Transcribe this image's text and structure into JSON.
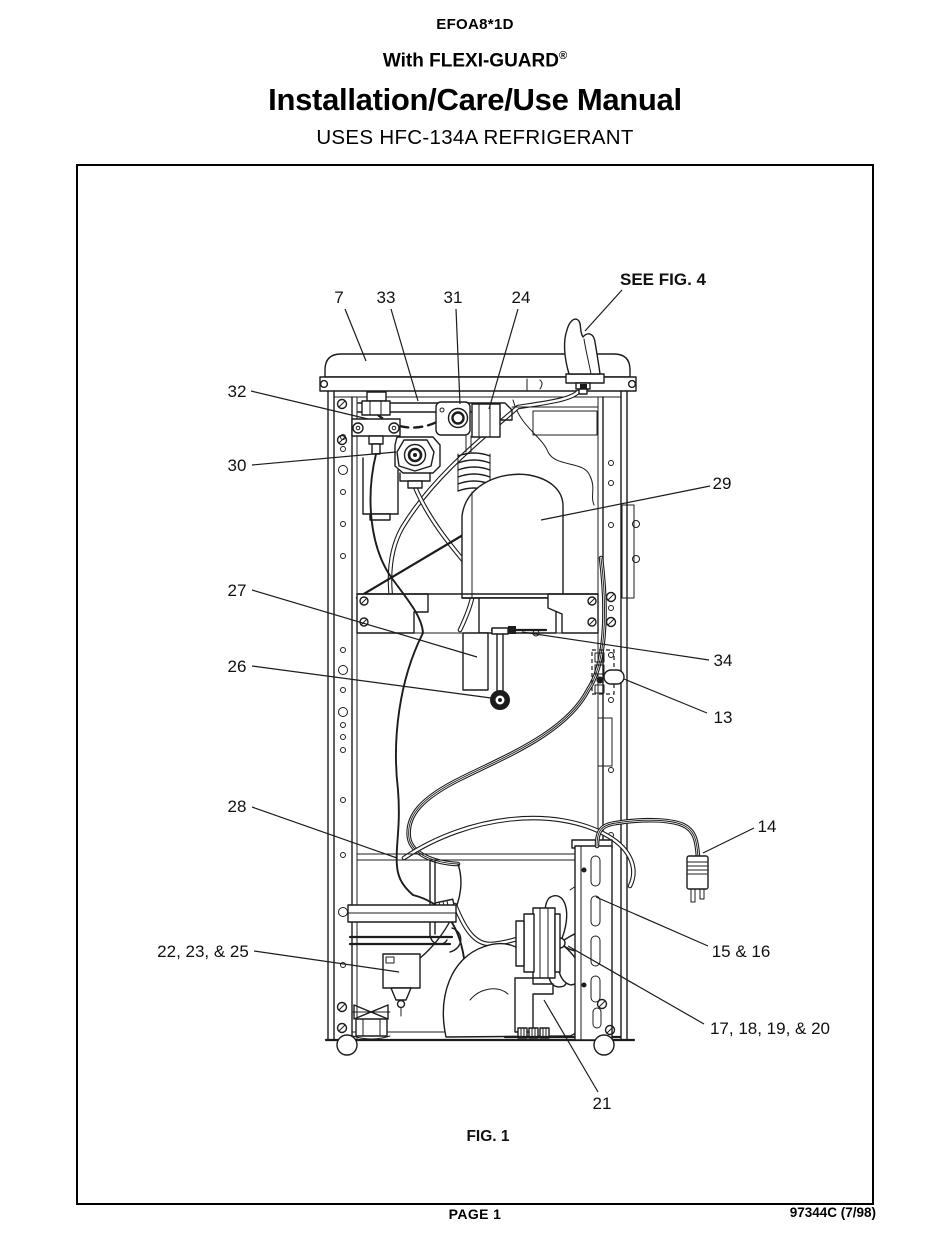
{
  "header": {
    "model": "EFOA8*1D",
    "with_line": {
      "text": "With FLEXI-GUARD",
      "registered_mark": "®"
    },
    "title": "Installation/Care/Use Manual",
    "refrigerant_line": "USES HFC-134A REFRIGERANT"
  },
  "figure": {
    "caption": "FIG. 1",
    "callouts": [
      {
        "id": "7",
        "label": "7"
      },
      {
        "id": "33",
        "label": "33"
      },
      {
        "id": "31",
        "label": "31"
      },
      {
        "id": "24",
        "label": "24"
      },
      {
        "id": "see-fig-4",
        "label": "SEE FIG. 4"
      },
      {
        "id": "32",
        "label": "32"
      },
      {
        "id": "30",
        "label": "30"
      },
      {
        "id": "29",
        "label": "29"
      },
      {
        "id": "27",
        "label": "27"
      },
      {
        "id": "34",
        "label": "34"
      },
      {
        "id": "26",
        "label": "26"
      },
      {
        "id": "13",
        "label": "13"
      },
      {
        "id": "28",
        "label": "28"
      },
      {
        "id": "14",
        "label": "14"
      },
      {
        "id": "15-16",
        "label": "15 & 16"
      },
      {
        "id": "22-23-25",
        "label": "22, 23, & 25"
      },
      {
        "id": "17-20",
        "label": "17, 18, 19, & 20"
      },
      {
        "id": "21",
        "label": "21"
      }
    ]
  },
  "footer": {
    "page_label": "PAGE 1",
    "doc_code": "97344C (7/98)"
  },
  "colors": {
    "ink": "#1c1c1c",
    "paper": "#ffffff"
  }
}
